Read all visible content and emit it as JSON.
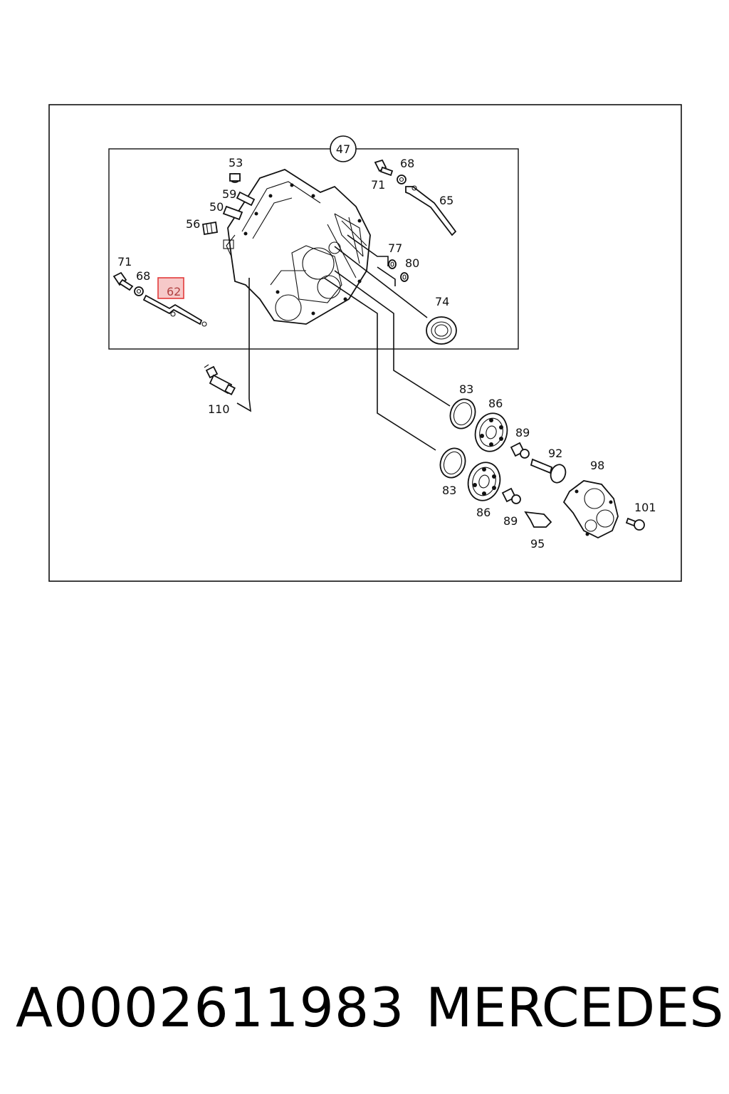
{
  "diagram": {
    "group_label": "47",
    "highlighted": "62",
    "labels": {
      "l53": "53",
      "l59": "59",
      "l50": "50",
      "l56": "56",
      "l71a": "71",
      "l68a": "68",
      "l62": "62",
      "l71b": "71",
      "l68b": "68",
      "l65": "65",
      "l77": "77",
      "l80": "80",
      "l74": "74",
      "l110": "110",
      "l83a": "83",
      "l86a": "86",
      "l89a": "89",
      "l92": "92",
      "l98": "98",
      "l83b": "83",
      "l86b": "86",
      "l89b": "89",
      "l95": "95",
      "l101": "101"
    }
  },
  "footer": {
    "part_number": "A0002611983",
    "brand": "MERCEDES"
  },
  "colors": {
    "highlight": "#e23b3b",
    "highlight_fill": "#f6c9c9",
    "line": "#111111"
  }
}
